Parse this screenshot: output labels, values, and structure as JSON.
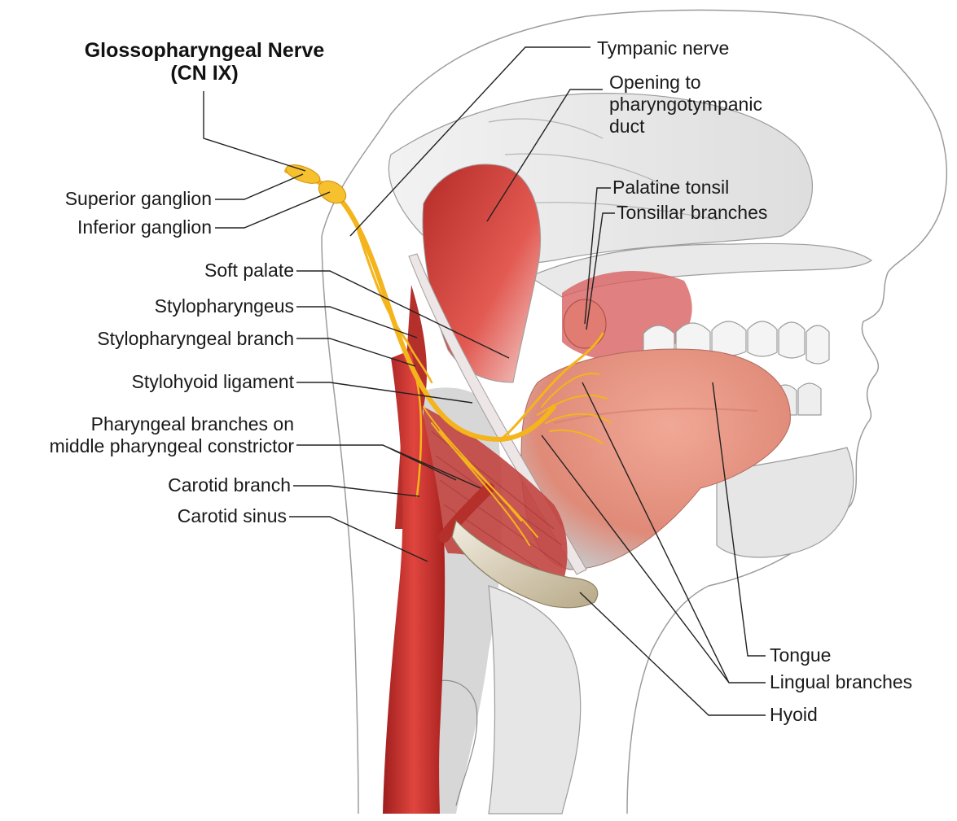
{
  "title": {
    "line1": "Glossopharyngeal Nerve",
    "line2": "(CN IX)"
  },
  "labels": {
    "tympanic_nerve": "Tympanic nerve",
    "opening_line1": "Opening to",
    "opening_line2": "pharyngotympanic",
    "opening_line3": "duct",
    "palatine_tonsil": "Palatine tonsil",
    "tonsillar_branches": "Tonsillar branches",
    "superior_ganglion": "Superior ganglion",
    "inferior_ganglion": "Inferior ganglion",
    "soft_palate": "Soft palate",
    "stylopharyngeus": "Stylopharyngeus",
    "stylopharyngeal_branch": "Stylopharyngeal branch",
    "stylohyoid_ligament": "Stylohyoid ligament",
    "pharyngeal_line1": "Pharyngeal branches on",
    "pharyngeal_line2": "middle pharyngeal constrictor",
    "carotid_branch": "Carotid branch",
    "carotid_sinus": "Carotid sinus",
    "tongue": "Tongue",
    "lingual_branches": "Lingual branches",
    "hyoid": "Hyoid"
  },
  "colors": {
    "nerve": "#f4b41c",
    "muscle": "#c8322e",
    "tongue": "#e89483",
    "outline": "#8a8a8a",
    "bone": "#d8cfb8",
    "leader": "#222222"
  }
}
